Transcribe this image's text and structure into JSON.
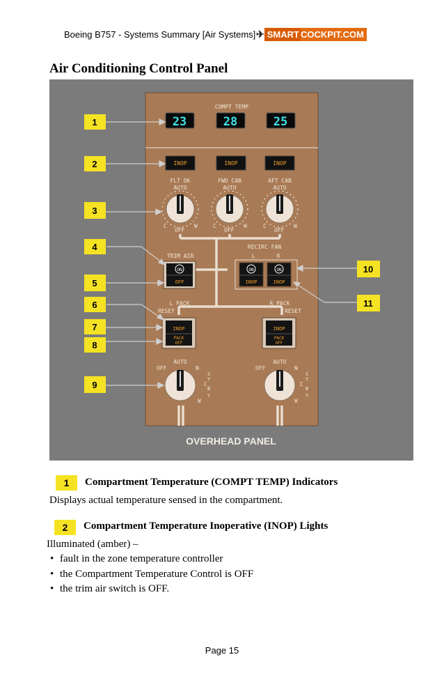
{
  "header": {
    "doc_title": "Boeing B757 - Systems Summary [Air Systems]",
    "logo_text_a": "SMART",
    "logo_text_b": "COCKPIT.COM"
  },
  "page_title": "Air Conditioning Control Panel",
  "panel": {
    "compt_temp_label": "COMPT TEMP",
    "temps": [
      "23",
      "28",
      "25"
    ],
    "inop": "INOP",
    "zones": [
      {
        "line1": "FLT DK",
        "line2": "AUTO"
      },
      {
        "line1": "FWD CAB",
        "line2": "AUTO"
      },
      {
        "line1": "AFT CAB",
        "line2": "AUTO"
      }
    ],
    "knob_c": "C",
    "knob_w": "W",
    "knob_off": "OFF",
    "trim_air": "TRIM AIR",
    "recirc_fan": "RECIRC FAN",
    "recirc_l": "L",
    "recirc_r": "R",
    "on": "ON",
    "off": "OFF",
    "l_pack": "L PACK",
    "r_pack": "R PACK",
    "reset": "RESET",
    "pack_off_1": "PACK",
    "pack_off_2": "OFF",
    "auto": "AUTO",
    "n": "N",
    "stby": [
      "S",
      "T",
      "B",
      "Y"
    ],
    "w": "W",
    "overhead": "OVERHEAD PANEL",
    "callouts": [
      "1",
      "2",
      "3",
      "4",
      "5",
      "6",
      "7",
      "8",
      "9",
      "10",
      "11"
    ]
  },
  "sections": [
    {
      "num": "1",
      "title": "Compartment Temperature (COMPT TEMP) Indicators",
      "text": "Displays actual temperature sensed in the compartment."
    },
    {
      "num": "2",
      "title": "Compartment Temperature Inoperative (INOP) Lights",
      "text": "Illuminated (amber) –",
      "bullets": [
        "fault in the zone temperature controller",
        "the Compartment Temperature Control is OFF",
        "the trim air switch is OFF."
      ]
    }
  ],
  "footer": {
    "page": "Page 15"
  },
  "colors": {
    "panel_bg": "#7a7a7a",
    "brown": "#a97a55",
    "amber": "#f0a02a",
    "cyan": "#3fe0e6",
    "badge": "#f5e323"
  }
}
